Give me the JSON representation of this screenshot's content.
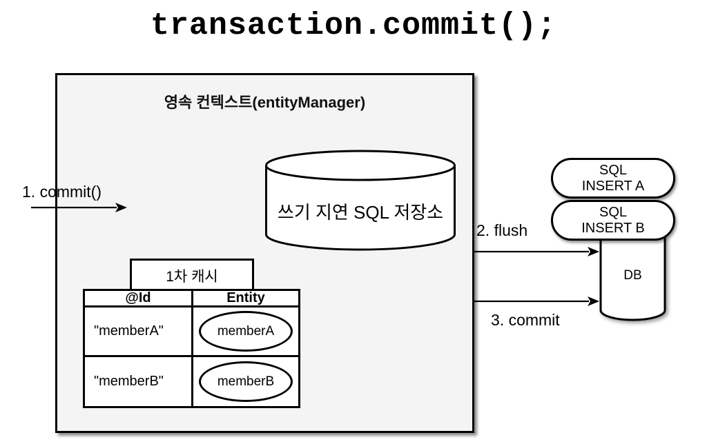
{
  "title": "transaction.commit();",
  "colors": {
    "background": "#ffffff",
    "box_fill": "#f4f4f4",
    "shape_fill": "#ffffff",
    "stroke": "#000000"
  },
  "persistence_context": {
    "label": "영속 컨텍스트(entityManager)"
  },
  "sql_store": {
    "label": "쓰기 지연 SQL 저장소"
  },
  "cache": {
    "tab_label": "1차 캐시",
    "headers": [
      "@Id",
      "Entity"
    ],
    "rows": [
      {
        "id": "\"memberA\"",
        "entity": "memberA"
      },
      {
        "id": "\"memberB\"",
        "entity": "memberB"
      }
    ]
  },
  "steps": {
    "commit1": "1. commit()",
    "flush": "2. flush",
    "commit3": "3. commit"
  },
  "sql_statements": [
    {
      "lines": [
        "SQL",
        "INSERT A"
      ]
    },
    {
      "lines": [
        "SQL",
        "INSERT B"
      ]
    }
  ],
  "database": {
    "label": "DB"
  }
}
